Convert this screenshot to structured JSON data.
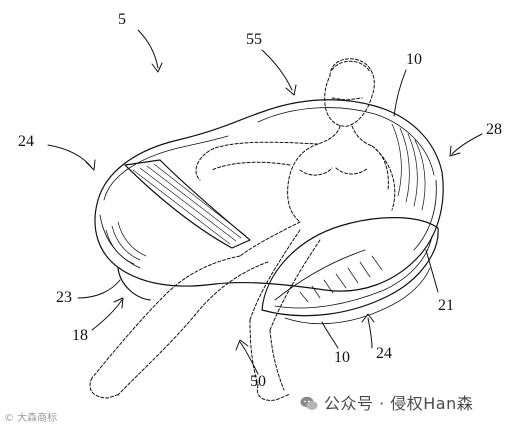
{
  "figure": {
    "labels": {
      "main": "5",
      "person": "55",
      "upper_right": "10",
      "left": "24",
      "right": "28",
      "lower_left_a": "23",
      "lower_left_b": "18",
      "lower_center": "10",
      "lower_right": "24",
      "right_low": "21",
      "legs": "50"
    }
  },
  "watermark": {
    "main": "公众号 · 侵权Han森",
    "small": "© 大森商标"
  }
}
